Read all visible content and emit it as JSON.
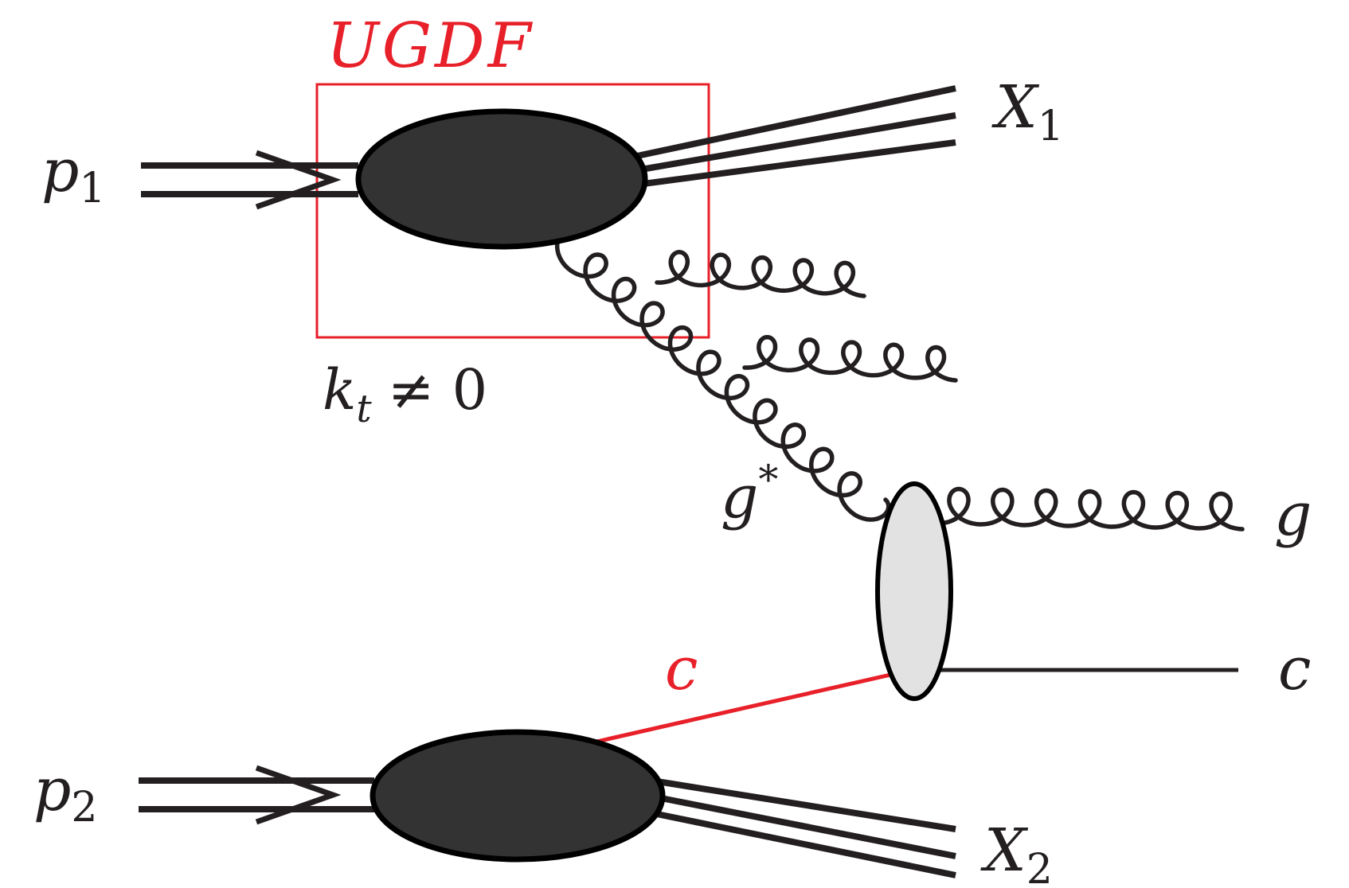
{
  "diagram": {
    "ugdf_label": "UGDF",
    "kt_label": {
      "base": "k",
      "sub": "t",
      "rest": "≠ 0"
    },
    "p1_label": {
      "base": "p",
      "sub": "1"
    },
    "p2_label": {
      "base": "p",
      "sub": "2"
    },
    "x1_label": {
      "base": "X",
      "sub": "1"
    },
    "x2_label": {
      "base": "X",
      "sub": "2"
    },
    "gstar_label": {
      "base": "g",
      "sup": "*"
    },
    "g_label": "g",
    "c_out_label": "c",
    "c_red_label": "c"
  },
  "colors": {
    "ink": "#231f20",
    "accent": "#e8202a",
    "blob_dark": "#333333",
    "blob_light": "#e2e2e2"
  }
}
